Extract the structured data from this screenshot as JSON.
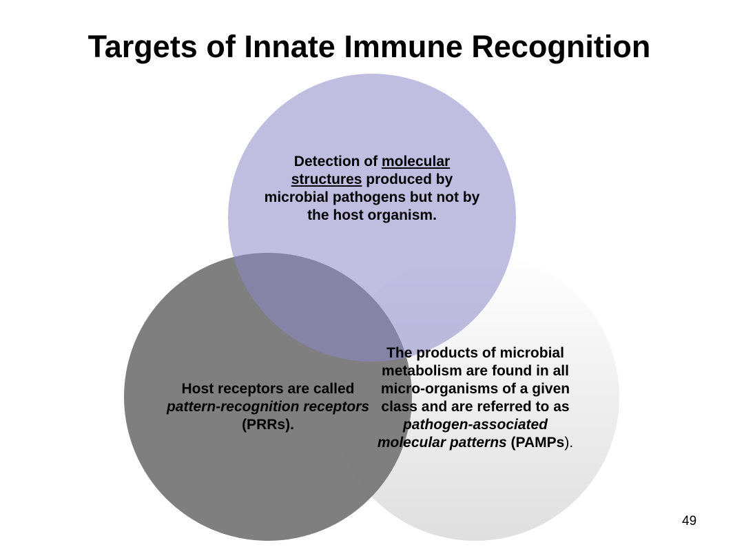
{
  "slide": {
    "title": "Targets of Innate Immune Recognition",
    "page_number": "49"
  },
  "circles": {
    "top": {
      "fill_color": "#8B89C9",
      "text": {
        "p1": "Detection of ",
        "p2": "molecular structures",
        "p3": " produced by microbial pathogens but not by the host organism."
      }
    },
    "left": {
      "fill_color": "#7A7A7A",
      "text": {
        "p1": "Host receptors are called ",
        "p2": "pattern-recognition receptors",
        "p3": " (PRRs)",
        "p4": "."
      }
    },
    "right": {
      "fill_color_top": "#FFFFFF",
      "fill_color_bottom": "#DCDCDC",
      "text": {
        "p1": "The products of microbial metabolism are found in all micro-organisms of a given class and are referred to as ",
        "p2": "pathogen-associated molecular patterns",
        "p3": " (PAMPs",
        "p4": ")."
      }
    }
  }
}
